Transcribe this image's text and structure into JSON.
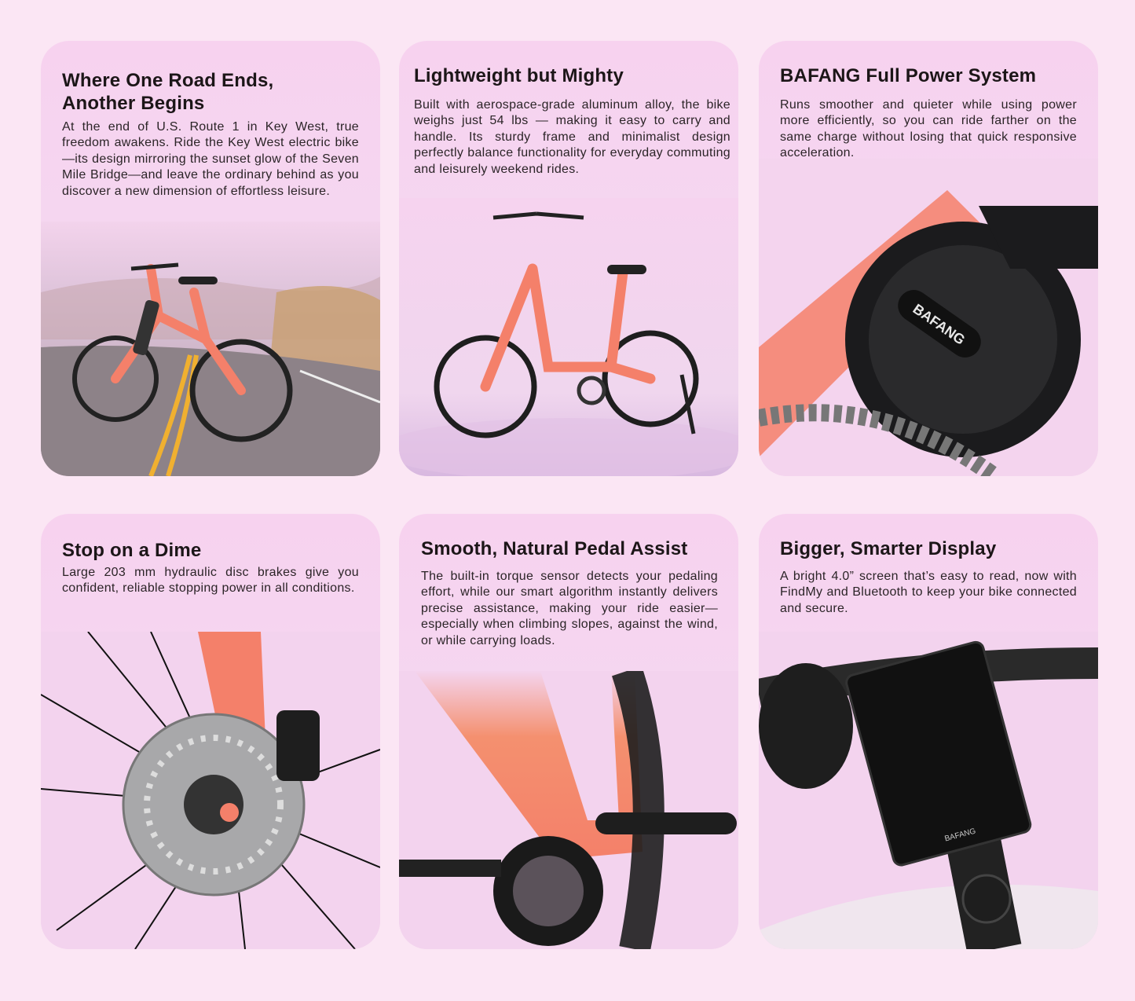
{
  "cards": [
    {
      "title": "Where One Road Ends, Another Begins",
      "title_line1": "Where One Road Ends,",
      "title_line2": "Another Begins",
      "body": "At the end of U.S. Route 1 in Key West, true freedom awakens. Ride the Key West electric bike—its design mirroring the sunset glow of the Seven Mile Bridge—and leave the ordinary behind as you discover a new dimension of effortless leisure.",
      "image": "bike-on-road-photo"
    },
    {
      "title": "Lightweight but Mighty",
      "body": "Built with aerospace-grade aluminum alloy, the bike weighs just 54 lbs — making it easy to carry and handle. Its sturdy frame and minimalist design perfectly balance functionality for everyday commuting and leisurely weekend rides.",
      "image": "bike-side-view-photo"
    },
    {
      "title": "BAFANG Full Power System",
      "body": "Runs smoother and quieter while using power more efficiently, so you can ride farther on the same charge without losing that quick responsive acceleration.",
      "image": "hub-motor-closeup-photo",
      "motor_logo": "BAFANG"
    },
    {
      "title": "Stop on a Dime",
      "body": "Large 203 mm hydraulic disc brakes give you confident, reliable stopping power in all conditions.",
      "image": "disc-brake-closeup-photo"
    },
    {
      "title": "Smooth, Natural Pedal Assist",
      "body": "The built-in torque sensor detects your pedaling effort, while our smart algorithm instantly delivers precise assistance, making your ride easier—especially when climbing slopes, against the wind, or while carrying loads.",
      "image": "crank-torque-sensor-photo"
    },
    {
      "title": "Bigger, Smarter Display",
      "body": "A bright 4.0” screen that’s easy to read, now with FindMy and Bluetooth to keep your bike connected and secure.",
      "image": "handlebar-display-photo",
      "display_logo": "BAFANG"
    }
  ],
  "colors": {
    "page_bg": "#fbe6f4",
    "card_bg": "#f6d4ef",
    "frame_coral": "#f4806a",
    "text_dark": "#1c1618"
  }
}
